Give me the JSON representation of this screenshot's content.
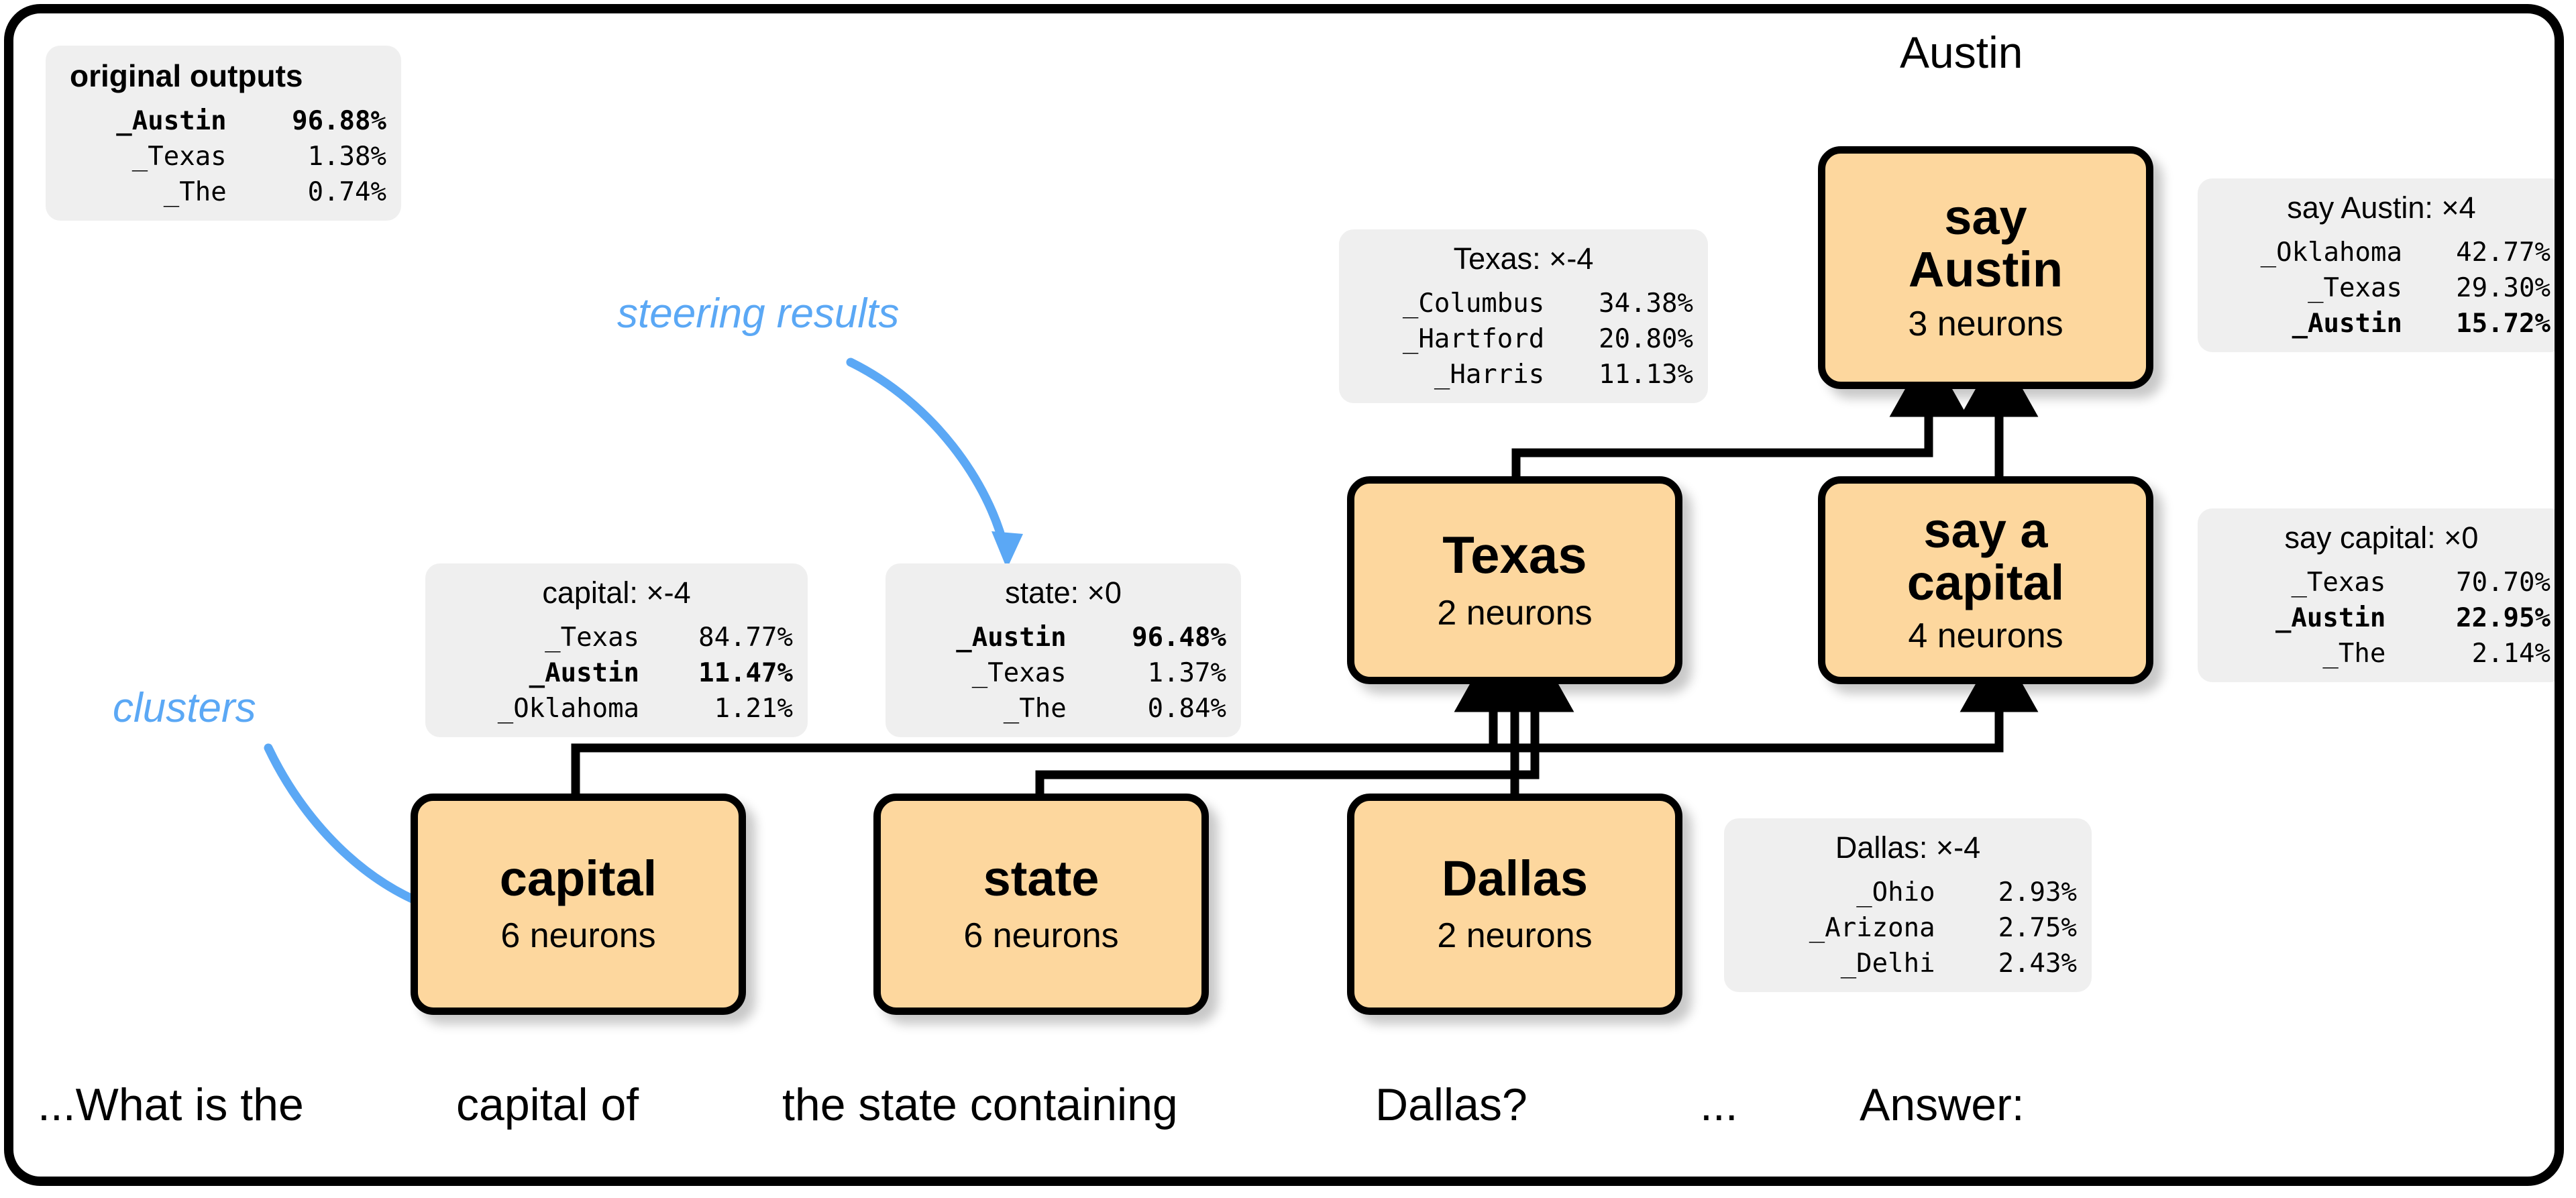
{
  "figure": {
    "answer_title": "Austin",
    "frame_color": "#000000",
    "node_fill": "#FDD79E",
    "panel_fill": "#EFEFEF",
    "annotation_color": "#5BA8F5"
  },
  "annotations": [
    {
      "id": "steering-results",
      "label": "steering results"
    },
    {
      "id": "clusters",
      "label": "clusters"
    }
  ],
  "nodes": [
    {
      "id": "capital",
      "title": "capital",
      "neurons": "6 neurons"
    },
    {
      "id": "state",
      "title": "state",
      "neurons": "6 neurons"
    },
    {
      "id": "dallas",
      "title": "Dallas",
      "neurons": "2 neurons"
    },
    {
      "id": "texas",
      "title": "Texas",
      "neurons": "2 neurons"
    },
    {
      "id": "say-a-capital",
      "title": "say a\ncapital",
      "neurons": "4 neurons"
    },
    {
      "id": "say-austin",
      "title": "say\nAustin",
      "neurons": "3 neurons"
    }
  ],
  "panels": [
    {
      "id": "original-outputs",
      "header": "original outputs",
      "header_bold": true,
      "rows": [
        {
          "token": "_Austin",
          "pct": "96.88%",
          "highlight": true
        },
        {
          "token": "_Texas",
          "pct": "1.38%",
          "highlight": false
        },
        {
          "token": "_The",
          "pct": "0.74%",
          "highlight": false
        }
      ]
    },
    {
      "id": "capital-steer",
      "header": "capital: ×-4",
      "header_bold": false,
      "rows": [
        {
          "token": "_Texas",
          "pct": "84.77%",
          "highlight": false
        },
        {
          "token": "_Austin",
          "pct": "11.47%",
          "highlight": true
        },
        {
          "token": "_Oklahoma",
          "pct": "1.21%",
          "highlight": false
        }
      ]
    },
    {
      "id": "state-steer",
      "header": "state: ×0",
      "header_bold": false,
      "rows": [
        {
          "token": "_Austin",
          "pct": "96.48%",
          "highlight": true
        },
        {
          "token": "_Texas",
          "pct": "1.37%",
          "highlight": false
        },
        {
          "token": "_The",
          "pct": "0.84%",
          "highlight": false
        }
      ]
    },
    {
      "id": "texas-steer",
      "header": "Texas: ×-4",
      "header_bold": false,
      "rows": [
        {
          "token": "_Columbus",
          "pct": "34.38%",
          "highlight": false
        },
        {
          "token": "_Hartford",
          "pct": "20.80%",
          "highlight": false
        },
        {
          "token": "_Harris",
          "pct": "11.13%",
          "highlight": false
        }
      ]
    },
    {
      "id": "dallas-steer",
      "header": "Dallas: ×-4",
      "header_bold": false,
      "rows": [
        {
          "token": "_Ohio",
          "pct": "2.93%",
          "highlight": false
        },
        {
          "token": "_Arizona",
          "pct": "2.75%",
          "highlight": false
        },
        {
          "token": "_Delhi",
          "pct": "2.43%",
          "highlight": false
        }
      ]
    },
    {
      "id": "say-austin-steer",
      "header": "say Austin: ×4",
      "header_bold": false,
      "rows": [
        {
          "token": "_Oklahoma",
          "pct": "42.77%",
          "highlight": false
        },
        {
          "token": "_Texas",
          "pct": "29.30%",
          "highlight": false
        },
        {
          "token": "_Austin",
          "pct": "15.72%",
          "highlight": true
        }
      ]
    },
    {
      "id": "say-capital-steer",
      "header": "say capital: ×0",
      "header_bold": false,
      "rows": [
        {
          "token": "_Texas",
          "pct": "70.70%",
          "highlight": false
        },
        {
          "token": "_Austin",
          "pct": "22.95%",
          "highlight": true
        },
        {
          "token": "_The",
          "pct": "2.14%",
          "highlight": false
        }
      ]
    }
  ],
  "prompt_segments": [
    {
      "id": "seg-1",
      "text": "...What is the"
    },
    {
      "id": "seg-2",
      "text": "capital of"
    },
    {
      "id": "seg-3",
      "text": "the state containing"
    },
    {
      "id": "seg-4",
      "text": "Dallas?"
    },
    {
      "id": "seg-5",
      "text": "..."
    },
    {
      "id": "seg-6",
      "text": "Answer:"
    }
  ]
}
